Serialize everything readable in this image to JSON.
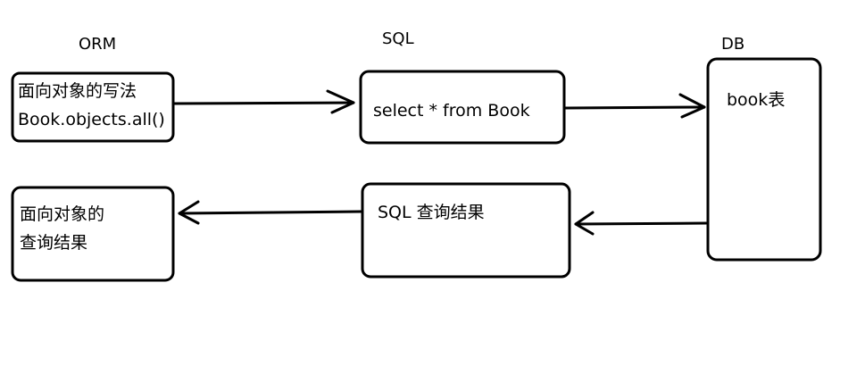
{
  "headers": {
    "orm": "ORM",
    "sql": "SQL",
    "db": "DB"
  },
  "boxes": {
    "orm_query": {
      "line1": "面向对象的写法",
      "line2": "Book.objects.all()"
    },
    "sql_query": {
      "text": "select * from Book"
    },
    "db_table": {
      "text": "book表"
    },
    "sql_result": {
      "text": "SQL 查询结果"
    },
    "orm_result": {
      "line1": "面向对象的",
      "line2": "查询结果"
    }
  }
}
